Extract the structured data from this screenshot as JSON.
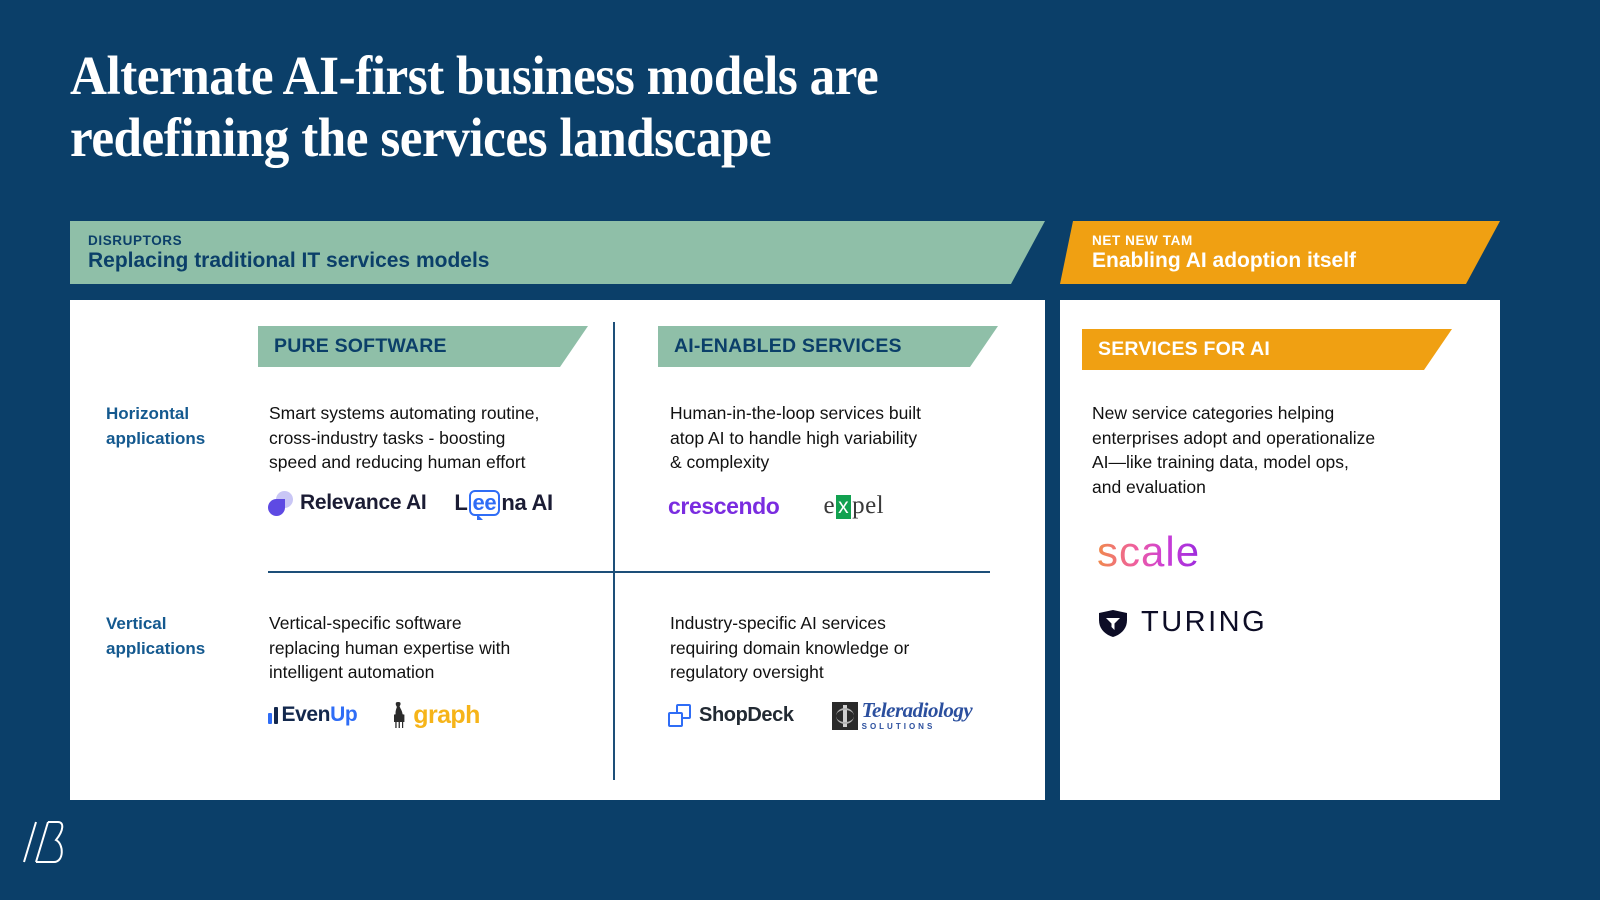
{
  "slide": {
    "title": "Alternate AI-first business models are redefining the services landscape",
    "background_color": "#0b3f69",
    "brand_mark": "slash-b-logo"
  },
  "banners": {
    "disruptors": {
      "kicker": "DISRUPTORS",
      "headline": "Replacing traditional IT services models",
      "color": "#8fbfa8"
    },
    "net_new_tam": {
      "kicker": "NET NEW TAM",
      "headline": "Enabling AI adoption itself",
      "color": "#f0a012"
    }
  },
  "columns": {
    "pure_software": "PURE SOFTWARE",
    "ai_enabled_services": "AI-ENABLED SERVICES",
    "services_for_ai": "SERVICES FOR AI"
  },
  "rows": {
    "horizontal": "Horizontal\napplications",
    "vertical": "Vertical\napplications"
  },
  "cells": {
    "horizontal_pure": {
      "copy": "Smart systems automating routine,\ncross-industry tasks - boosting\nspeed and reducing human effort",
      "logos": [
        "Relevance AI",
        "Leena AI"
      ]
    },
    "horizontal_ai_services": {
      "copy": "Human-in-the-loop services built\natop AI to handle high variability\n& complexity",
      "logos": [
        "crescendo",
        "expel"
      ]
    },
    "vertical_pure": {
      "copy": "Vertical-specific software\nreplacing human expertise with\nintelligent automation",
      "logos": [
        "EvenUp",
        "graph"
      ]
    },
    "vertical_ai_services": {
      "copy": "Industry-specific AI services\nrequiring domain knowledge or\nregulatory oversight",
      "logos": [
        "ShopDeck",
        "Teleradiology SOLUTIONS"
      ]
    },
    "services_for_ai": {
      "copy": "New service categories helping\nenterprises adopt and operationalize\nAI—like training data, model ops,\nand evaluation",
      "logos": [
        "scale",
        "TURING"
      ]
    }
  },
  "logo_text": {
    "relevance": "Relevance AI",
    "leena_pre": "L",
    "leena_bubble": "ee",
    "leena_post": "na AI",
    "crescendo": "crescendo",
    "expel_pre": "e",
    "expel_x": "x",
    "expel_post": "pel",
    "evenup_even": "Even",
    "evenup_up": "Up",
    "graph": "graph",
    "shopdeck": "ShopDeck",
    "telerad_name": "Teleradiology",
    "telerad_sub": "SOLUTIONS",
    "scale": "scale",
    "turing": "TURING"
  }
}
